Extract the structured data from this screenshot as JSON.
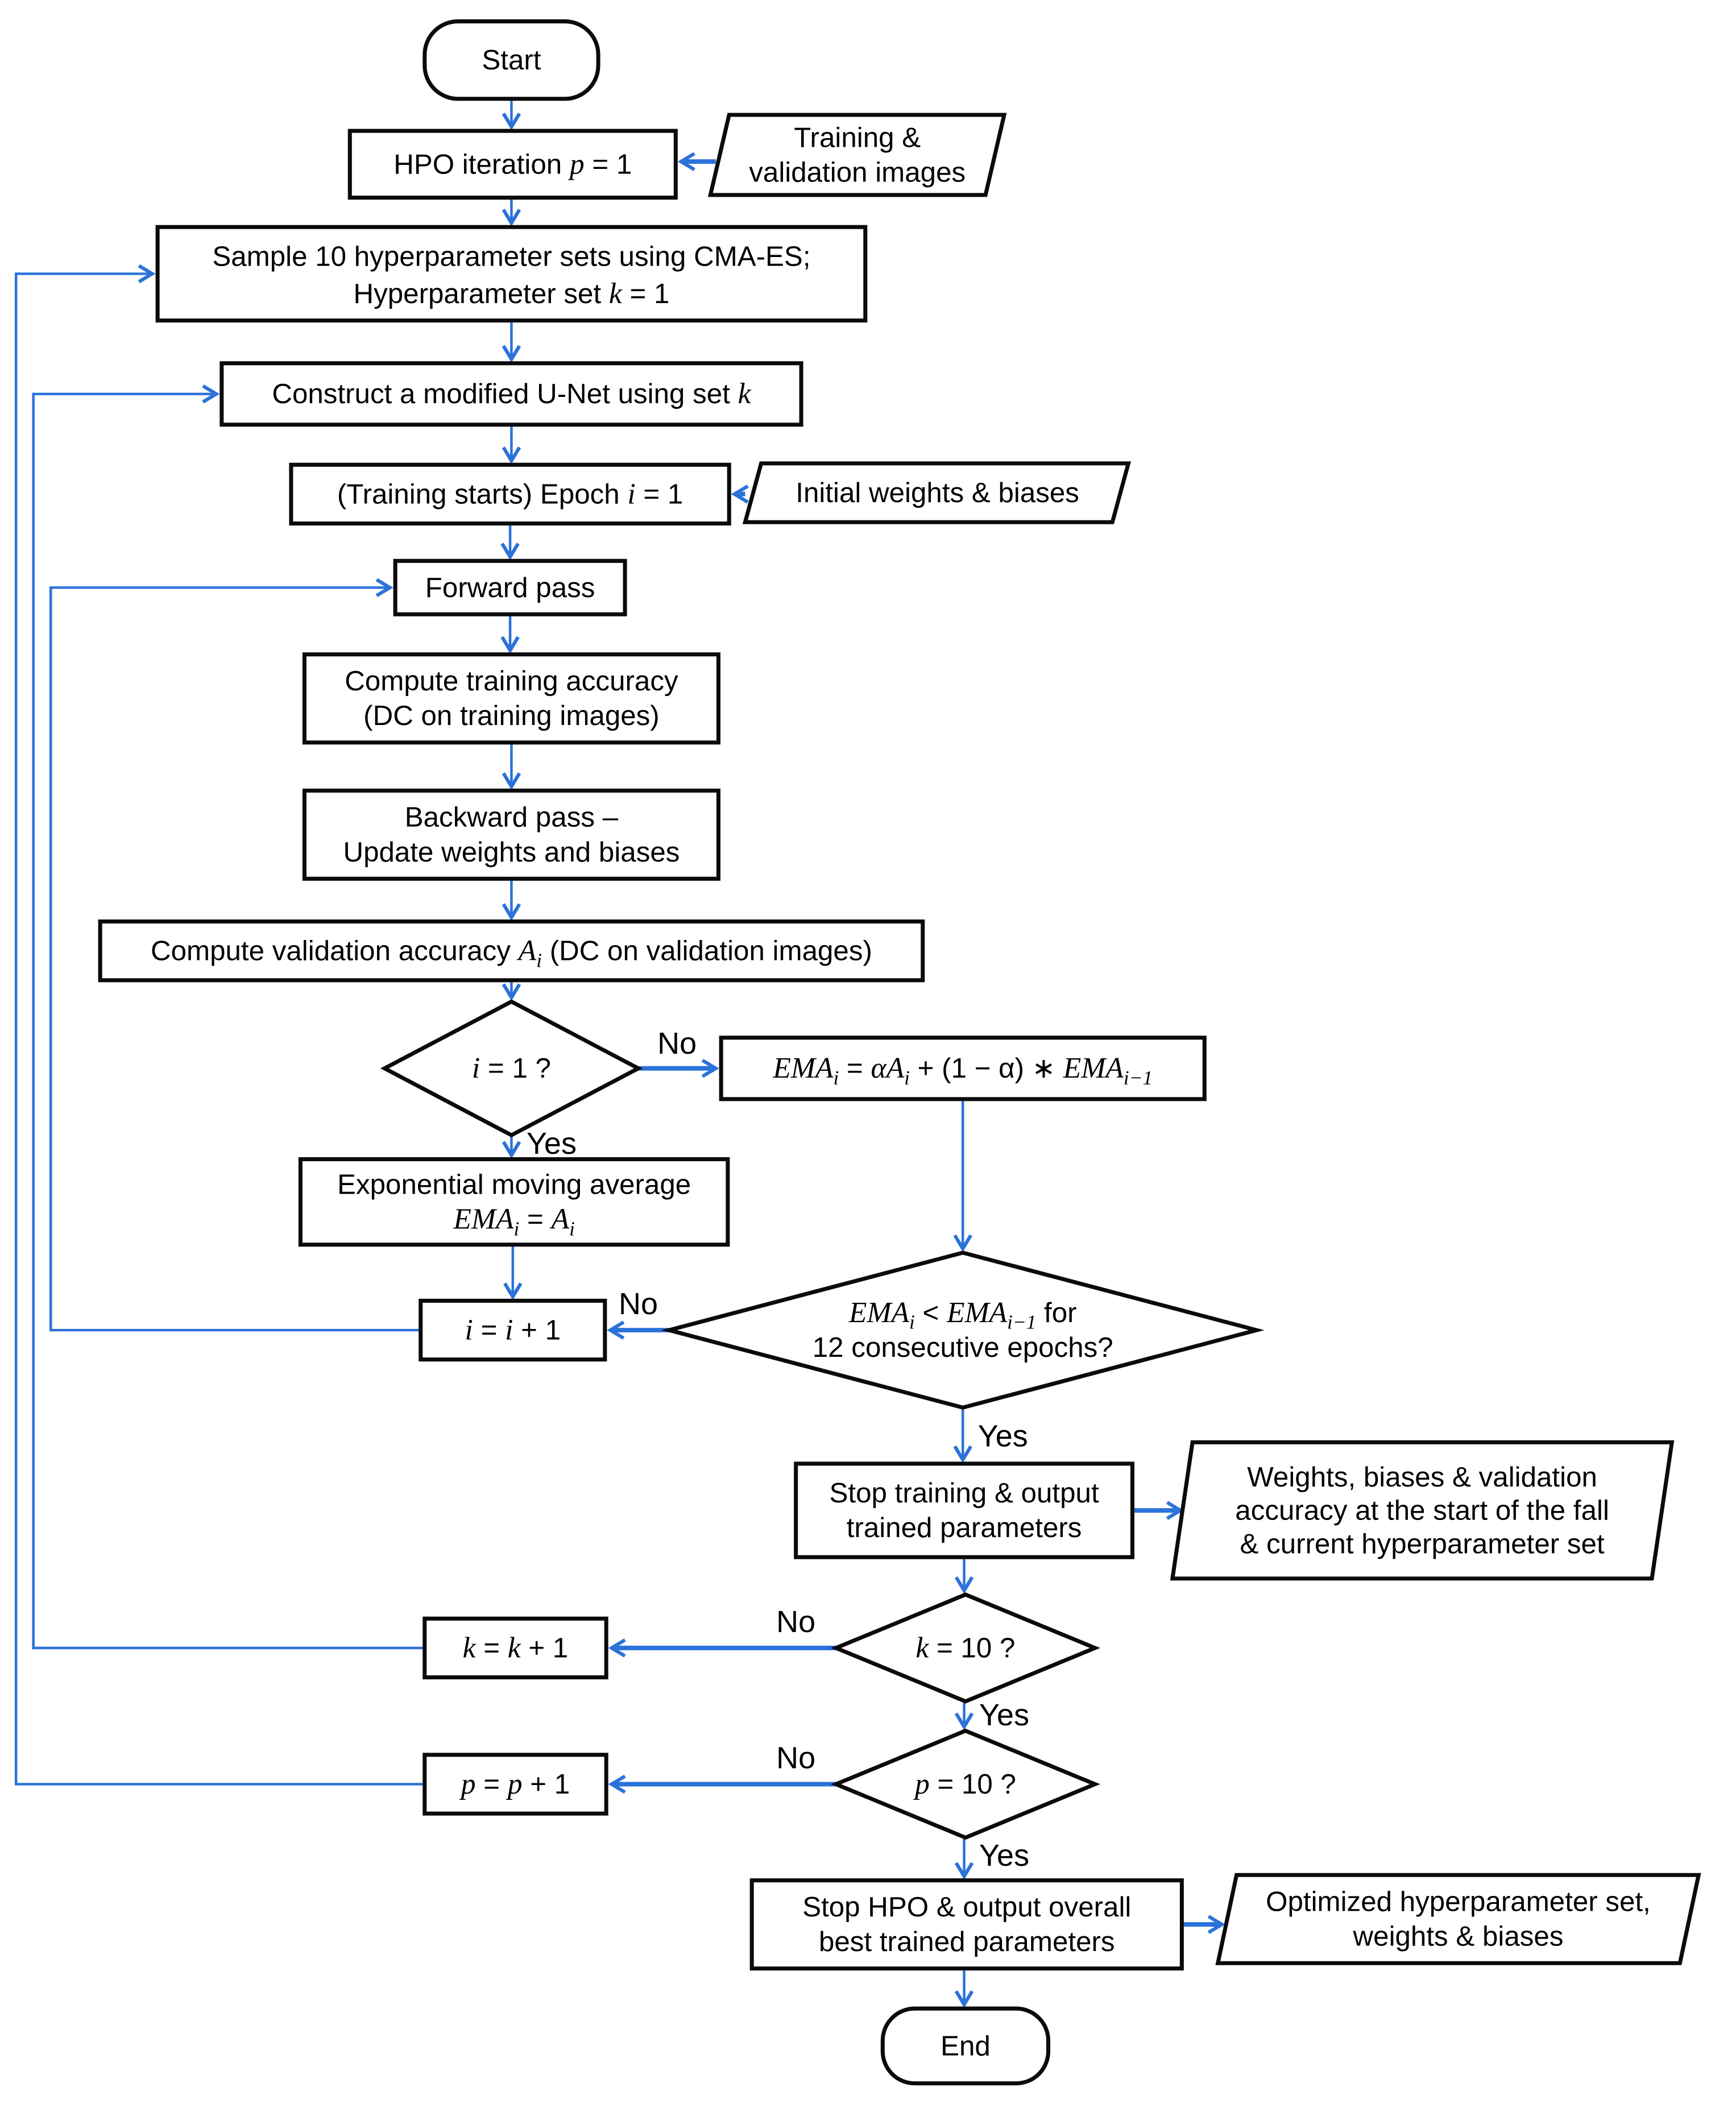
{
  "diagram": {
    "type": "flowchart",
    "description": "HPO (hyperparameter optimization) training loop with CMA-ES sampling and modified U-Net training"
  },
  "colors": {
    "arrow": "#2b72d9",
    "node_border": "#0b0b0b",
    "node_fill": "#ffffff",
    "text": "#000000",
    "background": "#ffffff"
  },
  "nodes": {
    "start": {
      "type": "terminator",
      "lines": [
        [
          {
            "t": "Start"
          }
        ]
      ]
    },
    "hpo_init": {
      "type": "process",
      "lines": [
        [
          {
            "t": "HPO iteration "
          },
          {
            "i": "p"
          },
          {
            "t": " = 1"
          }
        ]
      ]
    },
    "training_validation_images": {
      "type": "input-output",
      "lines": [
        [
          {
            "t": "Training &"
          }
        ],
        [
          {
            "t": "validation images"
          }
        ]
      ]
    },
    "sample_sets": {
      "type": "process",
      "lines": [
        [
          {
            "t": "Sample 10 hyperparameter sets using CMA-ES;"
          }
        ],
        [
          {
            "t": "Hyperparameter set "
          },
          {
            "i": "k"
          },
          {
            "t": " = 1"
          }
        ]
      ]
    },
    "construct_unet": {
      "type": "process",
      "lines": [
        [
          {
            "t": "Construct a modified U-Net using set "
          },
          {
            "i": "k"
          }
        ]
      ]
    },
    "training_starts": {
      "type": "process",
      "lines": [
        [
          {
            "t": "(Training starts) Epoch "
          },
          {
            "i": "i"
          },
          {
            "t": " = 1"
          }
        ]
      ]
    },
    "initial_weights": {
      "type": "input-output",
      "lines": [
        [
          {
            "t": "Initial weights & biases"
          }
        ]
      ]
    },
    "forward_pass": {
      "type": "process",
      "lines": [
        [
          {
            "t": "Forward pass"
          }
        ]
      ]
    },
    "compute_training_accuracy": {
      "type": "process",
      "lines": [
        [
          {
            "t": "Compute training accuracy"
          }
        ],
        [
          {
            "t": "(DC on training images)"
          }
        ]
      ]
    },
    "backward_pass": {
      "type": "process",
      "lines": [
        [
          {
            "t": "Backward pass –"
          }
        ],
        [
          {
            "t": "Update weights and biases"
          }
        ]
      ]
    },
    "compute_validation_accuracy": {
      "type": "process",
      "lines": [
        [
          {
            "t": "Compute validation accuracy "
          },
          {
            "i": "A"
          },
          {
            "s": "i"
          },
          {
            "t": " (DC on validation images)"
          }
        ]
      ]
    },
    "is_first_epoch": {
      "type": "decision",
      "lines": [
        [
          {
            "i": "i"
          },
          {
            "t": " = 1 ?"
          }
        ]
      ]
    },
    "ema_update": {
      "type": "process",
      "lines": [
        [
          {
            "i": "EMA"
          },
          {
            "s": "i"
          },
          {
            "t": " = "
          },
          {
            "i": "αA"
          },
          {
            "s": "i"
          },
          {
            "t": " + (1 − α) ∗ "
          },
          {
            "i": "EMA"
          },
          {
            "s": "i−1"
          }
        ]
      ]
    },
    "ema_init": {
      "type": "process",
      "lines": [
        [
          {
            "t": "Exponential moving average"
          }
        ],
        [
          {
            "i": "EMA"
          },
          {
            "s": "i"
          },
          {
            "t": " = "
          },
          {
            "i": "A"
          },
          {
            "s": "i"
          }
        ]
      ]
    },
    "increment_epoch": {
      "type": "process",
      "lines": [
        [
          {
            "i": "i"
          },
          {
            "t": " = "
          },
          {
            "i": "i"
          },
          {
            "t": " + 1"
          }
        ]
      ]
    },
    "ema_falling": {
      "type": "decision",
      "lines": [
        [
          {
            "i": "EMA"
          },
          {
            "s": "i"
          },
          {
            "t": " < "
          },
          {
            "i": "EMA"
          },
          {
            "s": "i−1"
          },
          {
            "t": " for"
          }
        ],
        [
          {
            "t": "12 consecutive epochs?"
          }
        ]
      ]
    },
    "stop_training": {
      "type": "process",
      "lines": [
        [
          {
            "t": "Stop training & output"
          }
        ],
        [
          {
            "t": "trained parameters"
          }
        ]
      ]
    },
    "weights_output": {
      "type": "input-output",
      "lines": [
        [
          {
            "t": "Weights, biases & validation"
          }
        ],
        [
          {
            "t": "accuracy at the start of the fall"
          }
        ],
        [
          {
            "t": "& current hyperparameter set"
          }
        ]
      ]
    },
    "is_last_set": {
      "type": "decision",
      "lines": [
        [
          {
            "i": "k"
          },
          {
            "t": " = 10 ?"
          }
        ]
      ]
    },
    "increment_set": {
      "type": "process",
      "lines": [
        [
          {
            "i": "k"
          },
          {
            "t": " = "
          },
          {
            "i": "k"
          },
          {
            "t": " + 1"
          }
        ]
      ]
    },
    "is_last_iteration": {
      "type": "decision",
      "lines": [
        [
          {
            "i": "p"
          },
          {
            "t": " = 10 ?"
          }
        ]
      ]
    },
    "increment_iteration": {
      "type": "process",
      "lines": [
        [
          {
            "i": "p"
          },
          {
            "t": " = "
          },
          {
            "i": "p"
          },
          {
            "t": " + 1"
          }
        ]
      ]
    },
    "stop_hpo": {
      "type": "process",
      "lines": [
        [
          {
            "t": "Stop HPO & output overall"
          }
        ],
        [
          {
            "t": "best trained parameters"
          }
        ]
      ]
    },
    "optimized_output": {
      "type": "input-output",
      "lines": [
        [
          {
            "t": "Optimized hyperparameter set,"
          }
        ],
        [
          {
            "t": "weights & biases"
          }
        ]
      ]
    },
    "end": {
      "type": "terminator",
      "lines": [
        [
          {
            "t": "End"
          }
        ]
      ]
    }
  },
  "edge_labels": {
    "is_first_epoch_no": "No",
    "is_first_epoch_yes": "Yes",
    "ema_falling_no": "No",
    "ema_falling_yes": "Yes",
    "is_last_set_no": "No",
    "is_last_set_yes": "Yes",
    "is_last_iteration_no": "No",
    "is_last_iteration_yes": "Yes"
  }
}
